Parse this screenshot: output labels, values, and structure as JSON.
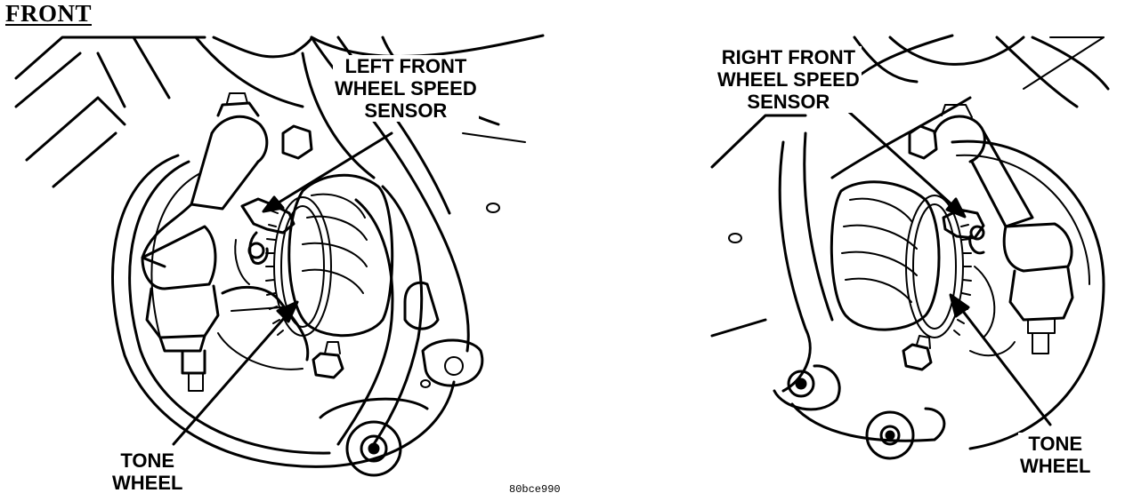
{
  "title": "FRONT",
  "figure_id": "80bce990",
  "left_view": {
    "sensor_label": [
      "LEFT FRONT",
      "WHEEL SPEED",
      "SENSOR"
    ],
    "tone_wheel_label": [
      "TONE",
      "WHEEL"
    ]
  },
  "right_view": {
    "sensor_label": [
      "RIGHT FRONT",
      "WHEEL SPEED",
      "SENSOR"
    ],
    "tone_wheel_label": [
      "TONE",
      "WHEEL"
    ]
  }
}
